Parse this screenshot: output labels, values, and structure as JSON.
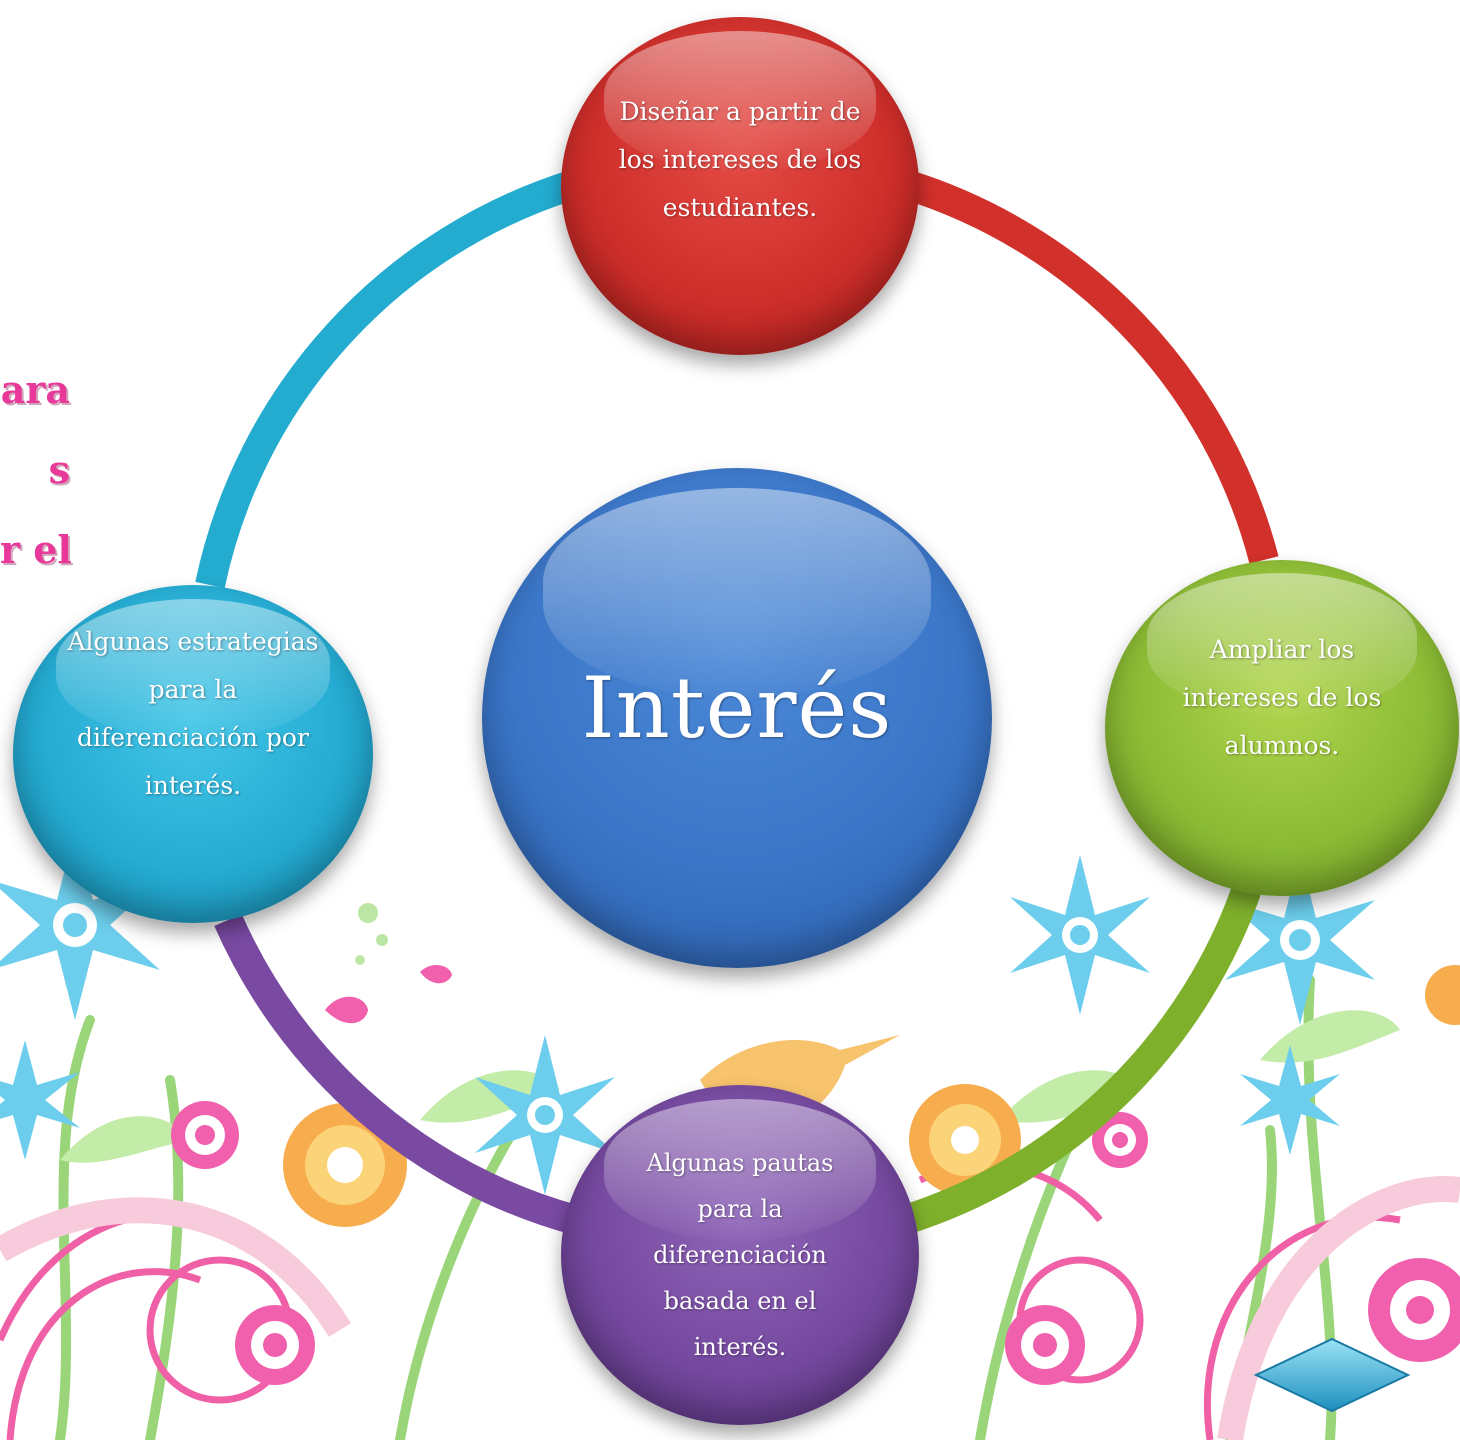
{
  "left_fragment": [
    "ara",
    "s",
    "r el"
  ],
  "center": {
    "label": "Interés"
  },
  "nodes": {
    "top": {
      "lines": [
        "Diseñar a partir de",
        "los intereses de los",
        "estudiantes."
      ],
      "color": "#cf2f2b"
    },
    "right": {
      "lines": [
        "Ampliar los",
        "intereses de los",
        "alumnos."
      ],
      "color": "#8cbb35"
    },
    "bottom": {
      "lines": [
        "Algunas pautas",
        "para la",
        "diferenciación",
        "basada en el",
        "interés."
      ],
      "color": "#75499f"
    },
    "left": {
      "lines": [
        "Algunas estrategias",
        "para la",
        "diferenciación por",
        "interés."
      ],
      "color": "#25acd3"
    }
  },
  "ring_colors": {
    "top_right": "#d2302b",
    "right_bottom": "#7fb02c",
    "bottom_left": "#7a4aa3",
    "left_top": "#23acd0"
  },
  "center_color": "#3a75c7"
}
